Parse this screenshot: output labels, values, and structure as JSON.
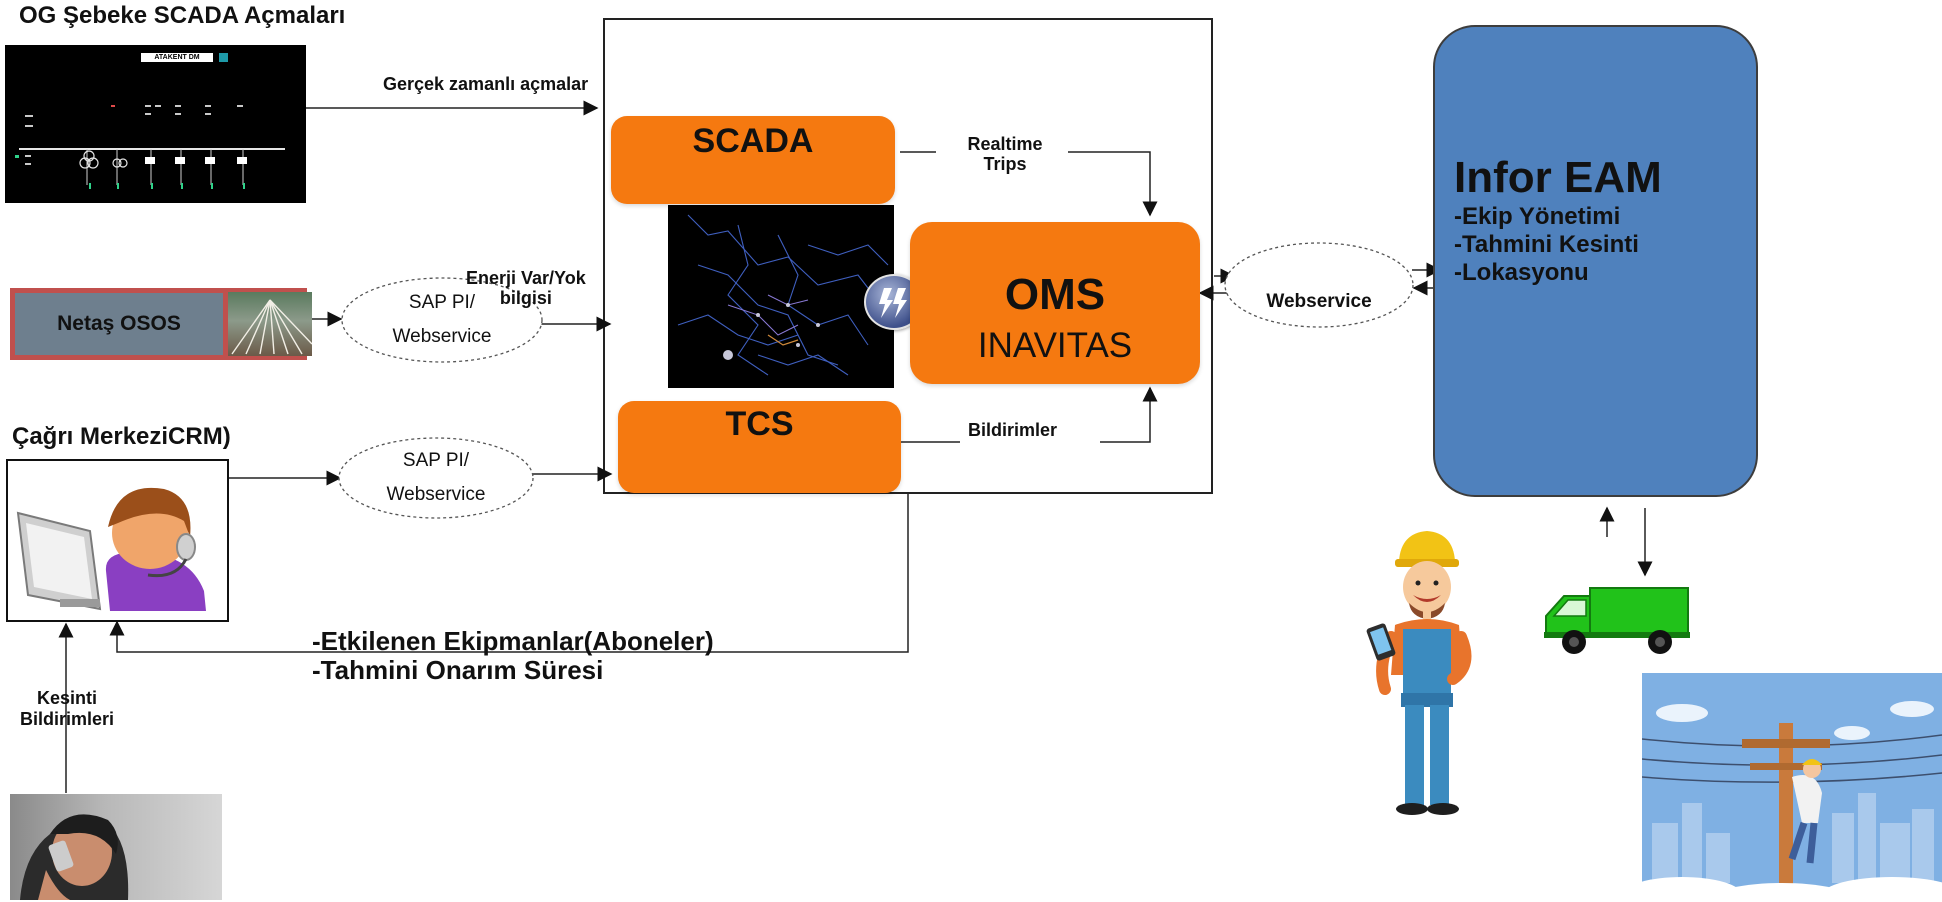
{
  "scada_section": {
    "title": "OG Şebeke SCADA Açmaları",
    "screen_caption": "ATAKENT DM"
  },
  "arrows": {
    "realtime_trips_tr": "Gerçek zamanlı  açmalar",
    "realtime_trips_en_1": "Realtime",
    "realtime_trips_en_2": "Trips",
    "energy_status_1": "Enerji Var/Yok",
    "energy_status_2": "bilgisi",
    "notifications": "Bildirimler",
    "outage_reports_1": "Kesinti",
    "outage_reports_2": "Bildirimleri"
  },
  "osos": {
    "label": "Netaş OSOS"
  },
  "sap_pi_top": {
    "line1": "SAP PI/",
    "line2": "Webservice"
  },
  "sap_pi_bottom": {
    "line1": "SAP PI/",
    "line2": "Webservice"
  },
  "call_center": {
    "title": "Çağrı MerkeziCRM)"
  },
  "boxes": {
    "scada": "SCADA",
    "oms_title": "OMS",
    "oms_sub": "INAVITAS",
    "tcs": "TCS"
  },
  "webservice": {
    "label": "Webservice"
  },
  "eam": {
    "title": "Infor EAM",
    "items": [
      "-Ekip Yönetimi",
      "-Tahmini Kesinti",
      "-Lokasyonu"
    ]
  },
  "feedback": {
    "line1": "-Etkilenen Ekipmanlar(Aboneler)",
    "line2": "-Tahmini Onarım Süresi"
  },
  "colors": {
    "orange": "#f57910",
    "eam_blue": "#4f81bd",
    "osos_gray": "#6e7f8e",
    "osos_border": "#c0504d",
    "truck_green": "#21c21a",
    "sky": "#7fb0e3"
  }
}
